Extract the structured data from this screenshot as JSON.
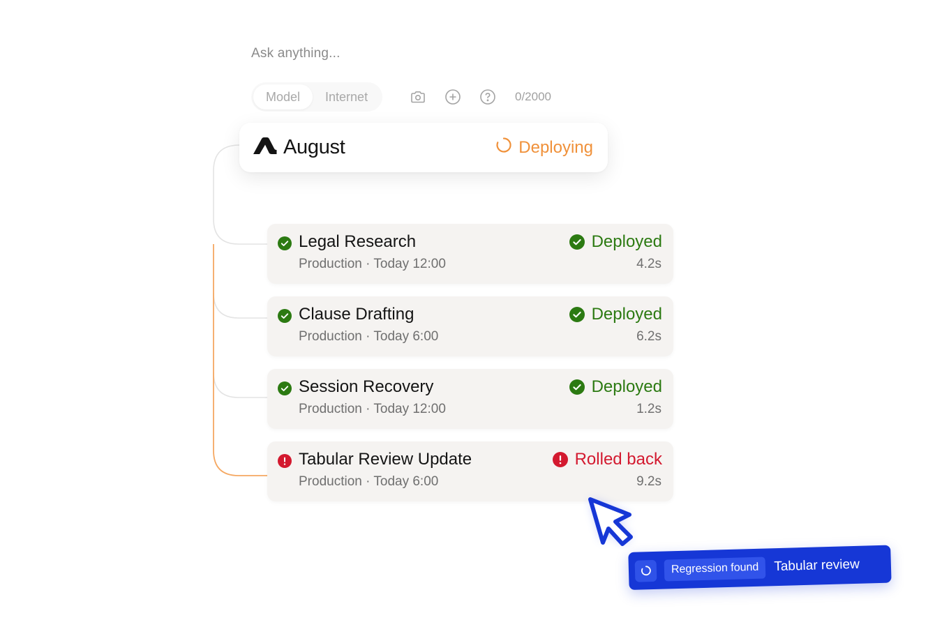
{
  "prompt": {
    "placeholder": "Ask anything..."
  },
  "toolbar": {
    "modes": [
      "Model",
      "Internet"
    ],
    "selected_mode": "Model",
    "icons": [
      "camera-icon",
      "plus-circle-icon",
      "help-circle-icon"
    ],
    "char_counter": "0/2000"
  },
  "deployment": {
    "app_name": "August",
    "status": "Deploying",
    "status_color": "#f0913a"
  },
  "jobs": [
    {
      "name": "Legal Research",
      "environment": "Production",
      "time": "Today 12:00",
      "meta": "Production · Today 12:00",
      "status": "Deployed",
      "duration": "4.2s",
      "state": "success"
    },
    {
      "name": "Clause Drafting",
      "environment": "Production",
      "time": "Today 6:00",
      "meta": "Production · Today 6:00",
      "status": "Deployed",
      "duration": "6.2s",
      "state": "success"
    },
    {
      "name": "Session Recovery",
      "environment": "Production",
      "time": "Today 12:00",
      "meta": "Production · Today 12:00",
      "status": "Deployed",
      "duration": "1.2s",
      "state": "success"
    },
    {
      "name": "Tabular Review Update",
      "environment": "Production",
      "time": "Today 6:00",
      "meta": "Production · Today 6:00",
      "status": "Rolled back",
      "duration": "9.2s",
      "state": "error"
    }
  ],
  "toast": {
    "badge": "Regression found",
    "label": "Tabular review"
  },
  "colors": {
    "success": "#2c7a12",
    "error": "#d3192f",
    "accent_orange": "#f0913a",
    "toast_blue": "#1637d6"
  }
}
